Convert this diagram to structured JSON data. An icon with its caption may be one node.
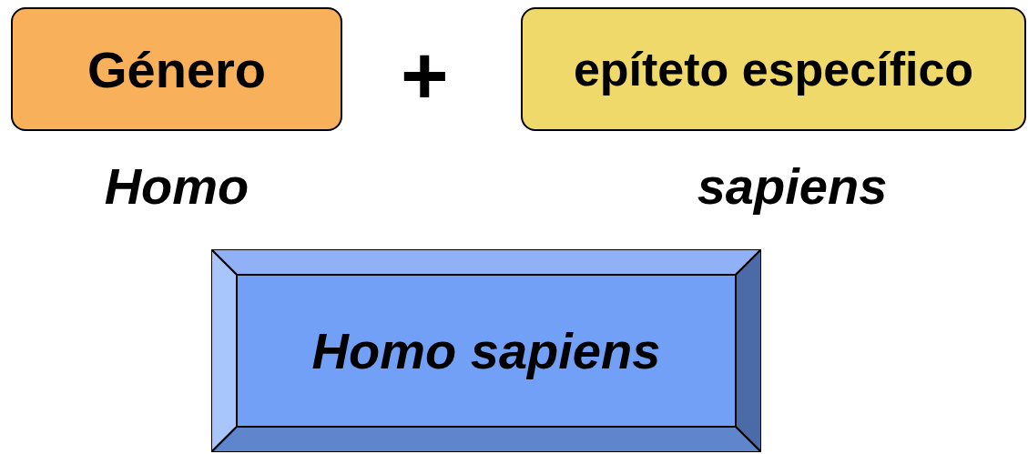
{
  "diagram": {
    "nodes": [
      {
        "text": [
          "Género"
        ],
        "beside": [
          "Homo"
        ]
      },
      {
        "text": [
          "epíteto específico"
        ],
        "beside": [
          "sapiens"
        ]
      },
      {
        "text": [
          "Homo sapiens"
        ]
      }
    ],
    "labels": [
      "+"
    ]
  }
}
